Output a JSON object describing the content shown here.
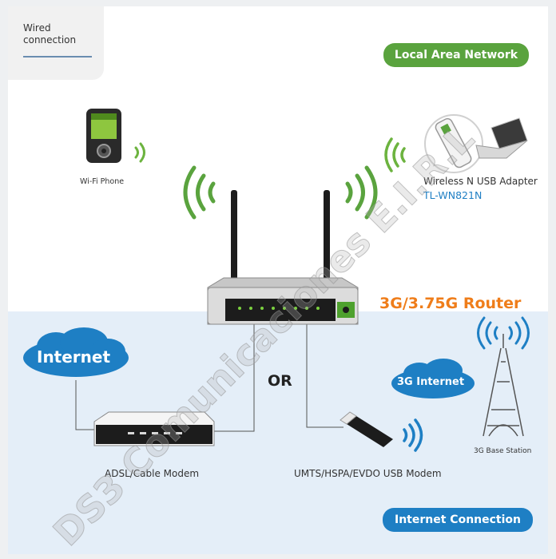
{
  "wired_connection": "Wired\nconnection",
  "local_area_network": "Local Area Network",
  "wireless_adapter": "Wireless N USB Adapter",
  "adapter_model": "TL-WN821N",
  "wifi_phone": "Wi-Fi Phone",
  "router": "3G/3.75G Router",
  "internet": "Internet",
  "or": "OR",
  "g3_internet": "3G Internet",
  "adsl_modem": "ADSL/Cable Modem",
  "usb_modem": "UMTS/HSPA/EVDO USB Modem",
  "base_station": "3G Base Station",
  "internet_connection": "Internet Connection",
  "watermark": "DS3 Comunicaciones E.I.R.L",
  "colors": {
    "green": "#5aa33e",
    "blue": "#1e7fc4",
    "orange": "#ef7d1a",
    "zone": "#e4eef8"
  }
}
